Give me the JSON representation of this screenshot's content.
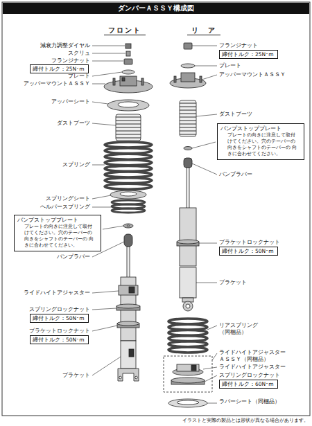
{
  "diagram": {
    "title": "ダンパーＡＳＳＹ構成図",
    "caption": "イラストと実際の製品とは形状が異なる場合があります。",
    "nodes": [
      {
        "text": [
          "締付トルク：25N･m"
        ]
      },
      {
        "text": [
          "バンプストッププレート",
          "プレートの向きに注意して取付 けてください。穴のテーパーの 向きをシャフトのテーパーの 向きに合わせてください。"
        ]
      },
      {
        "text": [
          "締付トルク：50N･m"
        ]
      },
      {
        "text": [
          "締付トルク：50N･m"
        ]
      },
      {
        "text": [
          "締付トルク：25N･m"
        ]
      },
      {
        "text": [
          "バンプストッププレート",
          "プレートの向きに注意して取付 けてください。穴のテーパーの 向きをシャフトのテーパーの 向きに合わせてください。"
        ]
      },
      {
        "text": [
          "締付トルク：50N･m"
        ]
      },
      {
        "text": [
          "締付トルク：60N･m"
        ]
      }
    ],
    "labels": [
      "フロント",
      "リ　ア",
      "減衰力調整ダイヤル",
      "スクリュ",
      "フランジナット",
      "プレート",
      "アッパーマウントＡＳＳＹ",
      "アッパーシート",
      "ダストブーツ",
      "スプリング",
      "スプリングシート",
      "ヘルパースプリング",
      "バンプラバー",
      "ライドハイトアジャスター",
      "スプリングロックナット",
      "ブラケットロックナット",
      "ブラケット",
      "フランジナット",
      "プレート",
      "アッパーマウントＡＳＳＹ",
      "ダストブーツ",
      "バンプラバー",
      "ブラケットロックナット",
      "ブラケット",
      "リアスプリング （同梱品）",
      "ライドハイトアジャスター ＡＳＳＹ（同梱品）",
      "ライドハイトアジャスター",
      "スプリングロックナット",
      "ラバーシート（同梱品）"
    ]
  }
}
